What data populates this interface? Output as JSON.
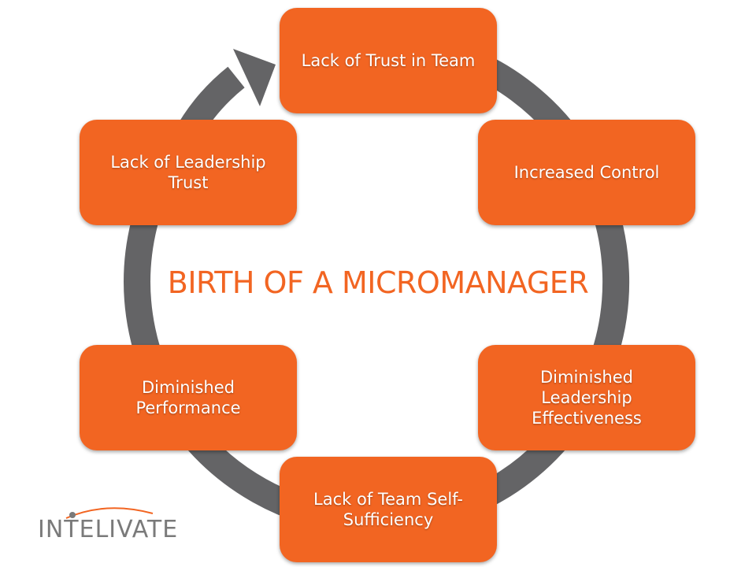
{
  "diagram": {
    "title": "BIRTH OF A MICROMANAGER",
    "steps": [
      "Lack of Trust in Team",
      "Increased Control",
      "Diminished Leadership Effectiveness",
      "Lack of Team Self-Sufficiency",
      "Diminished Performance",
      "Lack of Leadership Trust"
    ]
  },
  "logo": {
    "text": "INTELIVATE"
  },
  "colors": {
    "box": "#f26522",
    "title": "#f26522",
    "ring": "#646466",
    "logo_text": "#7a7a7a",
    "logo_accent": "#f26522"
  }
}
